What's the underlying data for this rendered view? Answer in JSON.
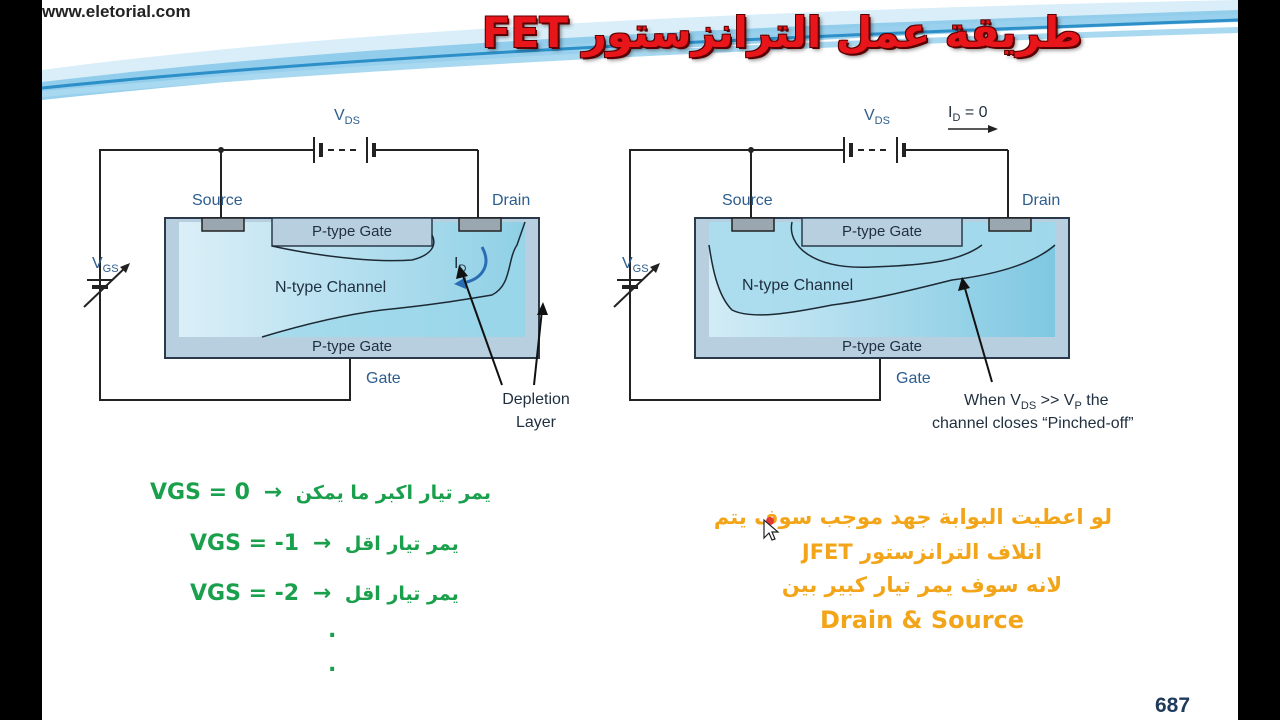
{
  "header": {
    "website": "www.eletorial.com",
    "title": "طريقة عمل الترانزستور FET"
  },
  "diagram_left": {
    "vds": "V",
    "vds_sub": "DS",
    "vgs": "V",
    "vgs_sub": "GS",
    "source": "Source",
    "drain": "Drain",
    "gate_top": "P-type Gate",
    "gate_bottom": "P-type Gate",
    "channel": "N-type Channel",
    "id": "I",
    "id_sub": "D",
    "gate": "Gate",
    "depletion_line1": "Depletion",
    "depletion_line2": "Layer"
  },
  "diagram_right": {
    "vds": "V",
    "vds_sub": "DS",
    "id": "I",
    "id_sub": "D",
    "id_eq": " = 0",
    "vgs": "V",
    "vgs_sub": "GS",
    "source": "Source",
    "drain": "Drain",
    "gate_top": "P-type Gate",
    "gate_bottom": "P-type Gate",
    "channel": "N-type Channel",
    "gate": "Gate",
    "note_when": "When V",
    "note_ds": "DS",
    "note_gt": " >> V",
    "note_p": "P",
    "note_the": " the",
    "note_line2": "channel closes “Pinched-off”"
  },
  "cases": [
    {
      "formula": "VGS = 0",
      "arrow": "→",
      "text": "يمر تيار اكبر ما يمكن"
    },
    {
      "formula": "VGS = -1",
      "arrow": "→",
      "text": "يمر تيار اقل"
    },
    {
      "formula": "VGS = -2",
      "arrow": "→",
      "text": "يمر تيار اقل"
    }
  ],
  "dots": [
    ".",
    "."
  ],
  "note": {
    "line1": "لو اعطيت البوابة جهد موجب سوف يتم",
    "line2": "اتلاف الترانزستور JFET",
    "line3": "لانه سوف يمر تيار كبير بين",
    "line4": "Drain & Source"
  },
  "page_number": "687",
  "colors": {
    "title": "#e8161a",
    "green_text": "#1aa04c",
    "yellow_text": "#f3a51a",
    "label_blue": "#2d5d8e"
  }
}
